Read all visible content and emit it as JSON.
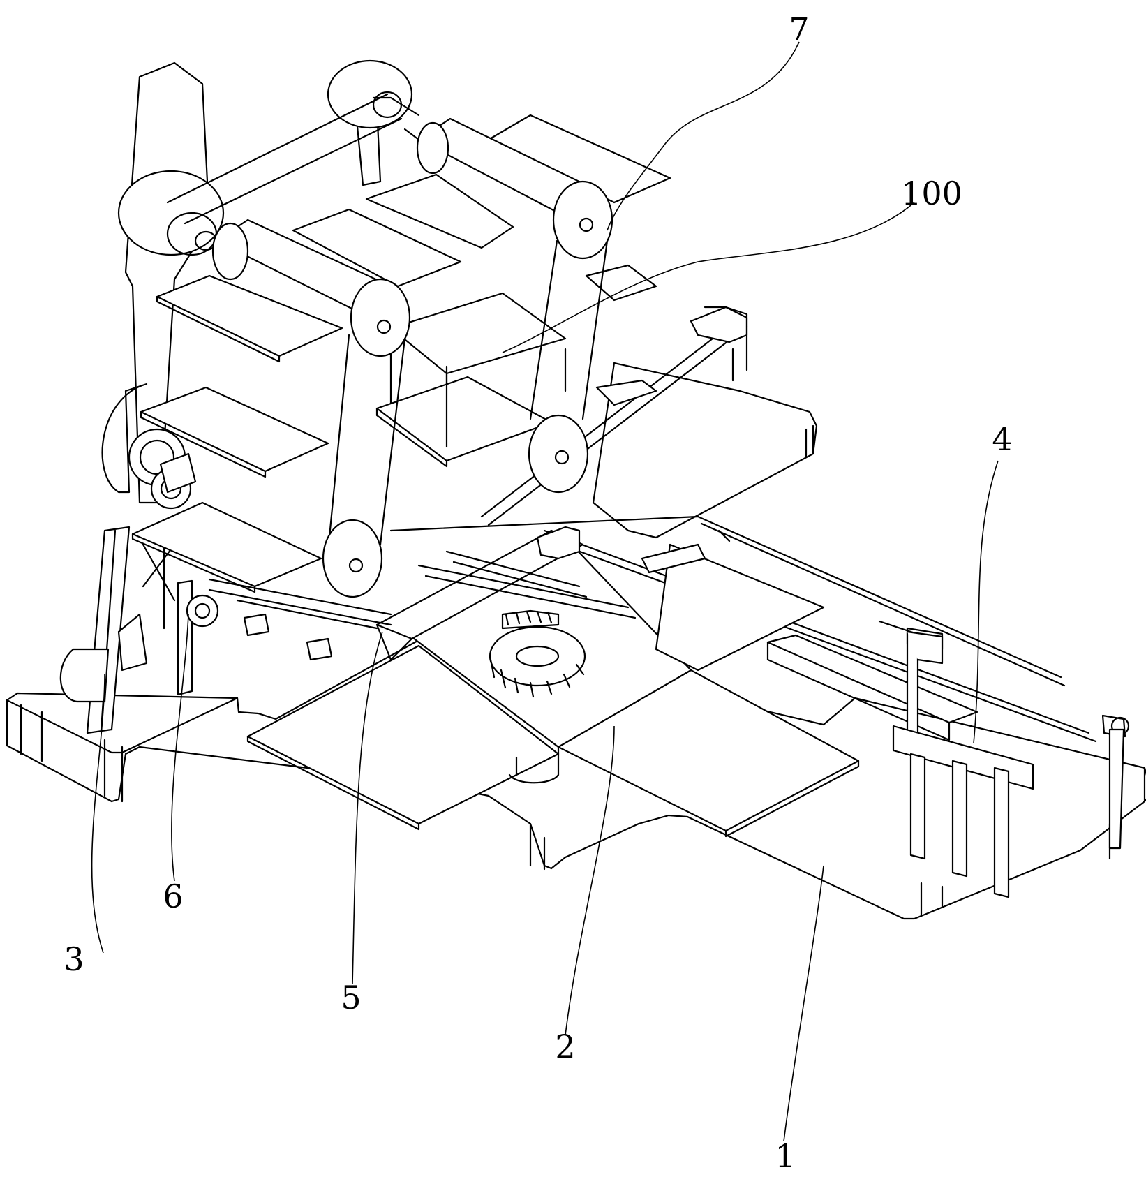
{
  "figure": {
    "callouts": [
      {
        "id": "c7",
        "label": "7"
      },
      {
        "id": "c100",
        "label": "100"
      },
      {
        "id": "c4",
        "label": "4"
      },
      {
        "id": "c3",
        "label": "3"
      },
      {
        "id": "c6",
        "label": "6"
      },
      {
        "id": "c5",
        "label": "5"
      },
      {
        "id": "c2",
        "label": "2"
      },
      {
        "id": "c1",
        "label": "1"
      }
    ]
  },
  "colors": {
    "line": "#000000",
    "background": "#ffffff"
  }
}
